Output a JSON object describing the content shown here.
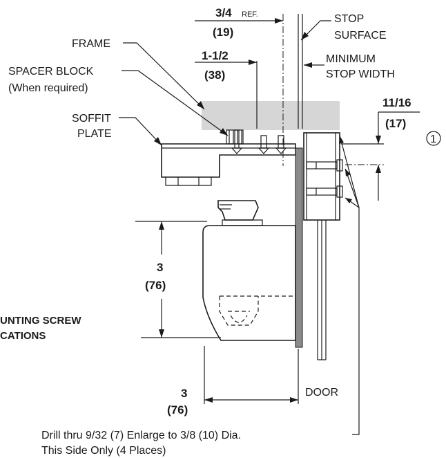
{
  "labels": {
    "ref_dim": "3/4",
    "ref_word": "REF.",
    "ref_mm": "(19)",
    "stop_surface_1": "STOP",
    "stop_surface_2": "SURFACE",
    "frame": "FRAME",
    "spacer_1": "SPACER BLOCK",
    "spacer_2": "(When required)",
    "dim_38_in": "1-1/2",
    "dim_38_mm": "(38)",
    "min_stop_1": "MINIMUM",
    "min_stop_2": "STOP WIDTH",
    "soffit_1": "SOFFIT",
    "soffit_2": "PLATE",
    "dim_17_in": "11/16",
    "dim_17_mm": "(17)",
    "callout_num": "1",
    "dim_76v_in": "3",
    "dim_76v_mm": "(76)",
    "mount_1": "UNTING SCREW",
    "mount_2": "CATIONS",
    "dim_76h_in": "3",
    "dim_76h_mm": "(76)",
    "door": "DOOR",
    "note_1": "Drill thru 9/32 (7) Enlarge to 3/8 (10) Dia.",
    "note_2": "This Side Only (4 Places)"
  },
  "colors": {
    "line": "#1a1a1a",
    "frame_fill": "#d6d6d6",
    "door_fill": "#8a8a8a"
  }
}
